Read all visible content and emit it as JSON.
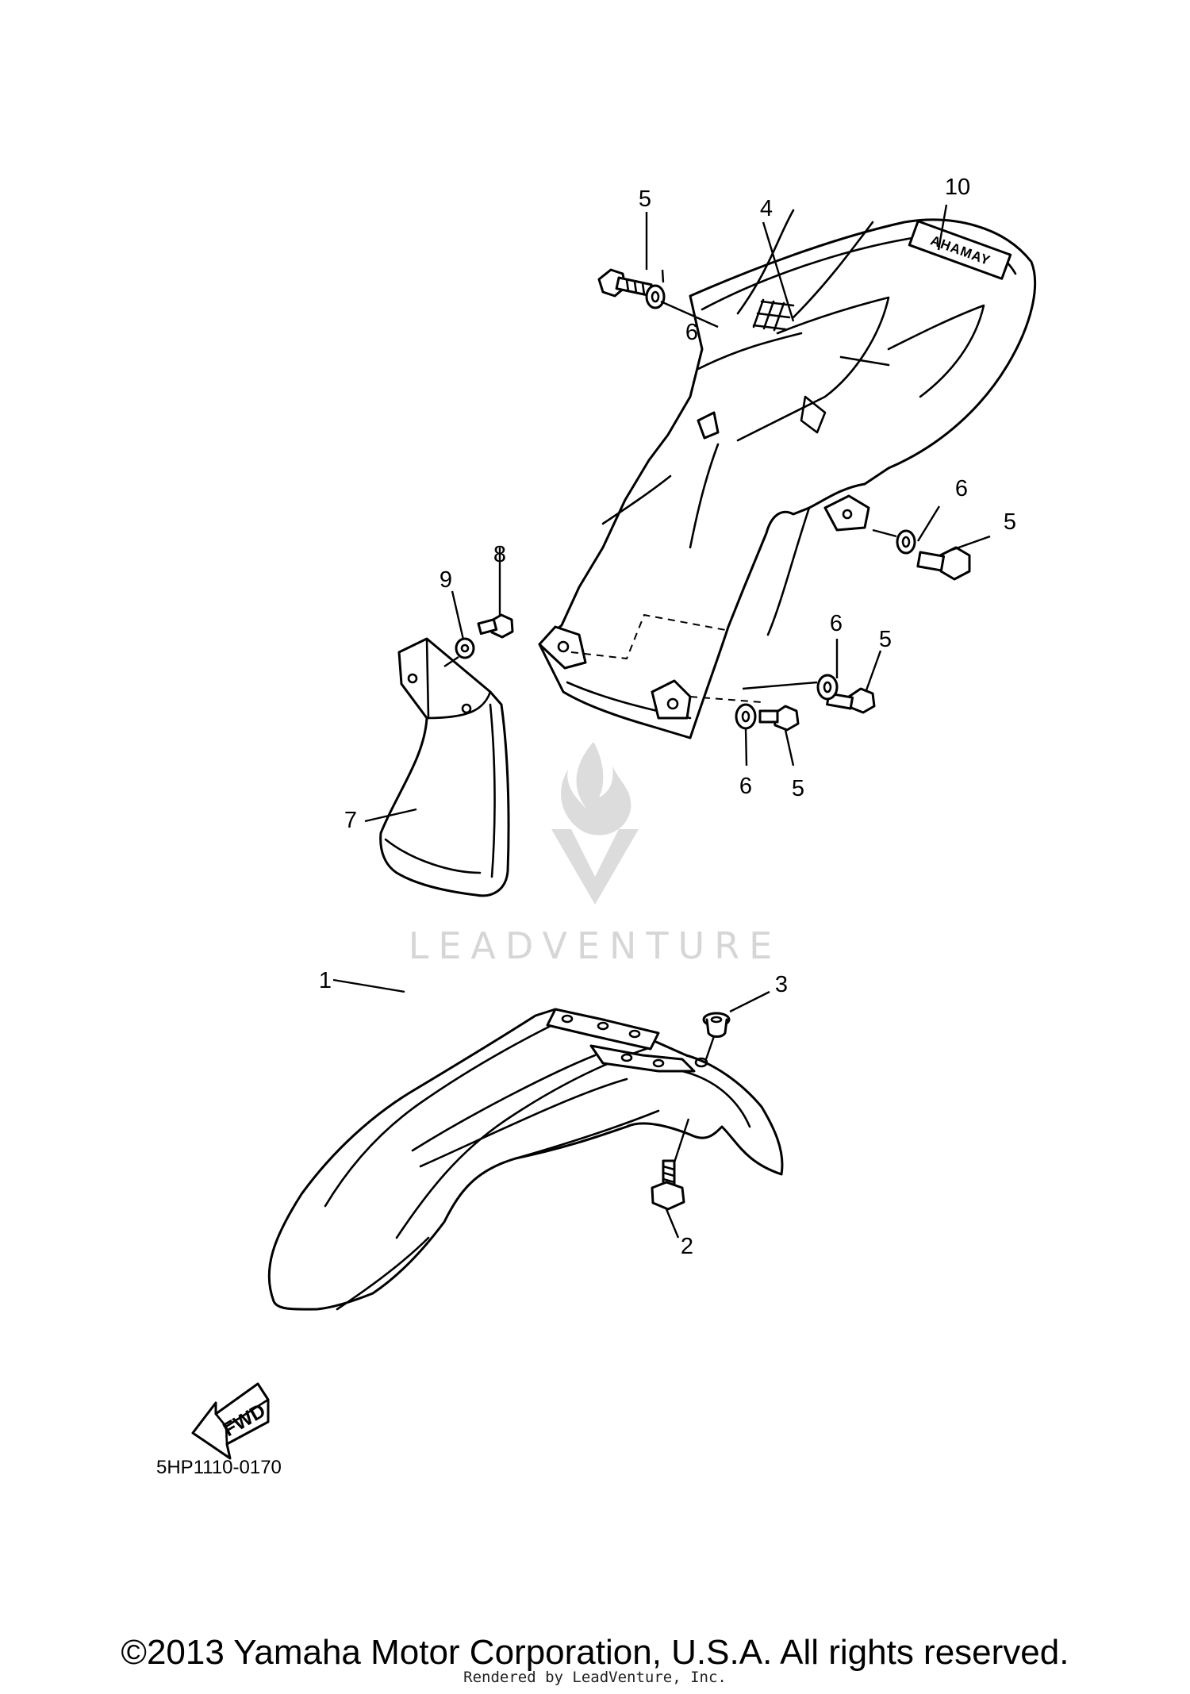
{
  "callouts": {
    "c1": "1",
    "c2": "2",
    "c3": "3",
    "c4": "4",
    "c5a": "5",
    "c5b": "5",
    "c5c": "5",
    "c5d": "5",
    "c6a": "6",
    "c6b": "6",
    "c6c": "6",
    "c6d": "6",
    "c7": "7",
    "c8": "8",
    "c9": "9",
    "c10": "10"
  },
  "brand_decal_text": "YAMAHA",
  "fwd_label": "FWD",
  "diagram_code": "5HP1110-0170",
  "watermark": {
    "text": "LEADVENTURE",
    "icon": "leadventure-flame-logo"
  },
  "copyright": "©2013 Yamaha Motor Corporation, U.S.A. All rights reserved.",
  "rendered_by": "Rendered by LeadVenture, Inc.",
  "colors": {
    "line": "#000000",
    "background": "#ffffff",
    "watermark": "#d6d6d6"
  }
}
